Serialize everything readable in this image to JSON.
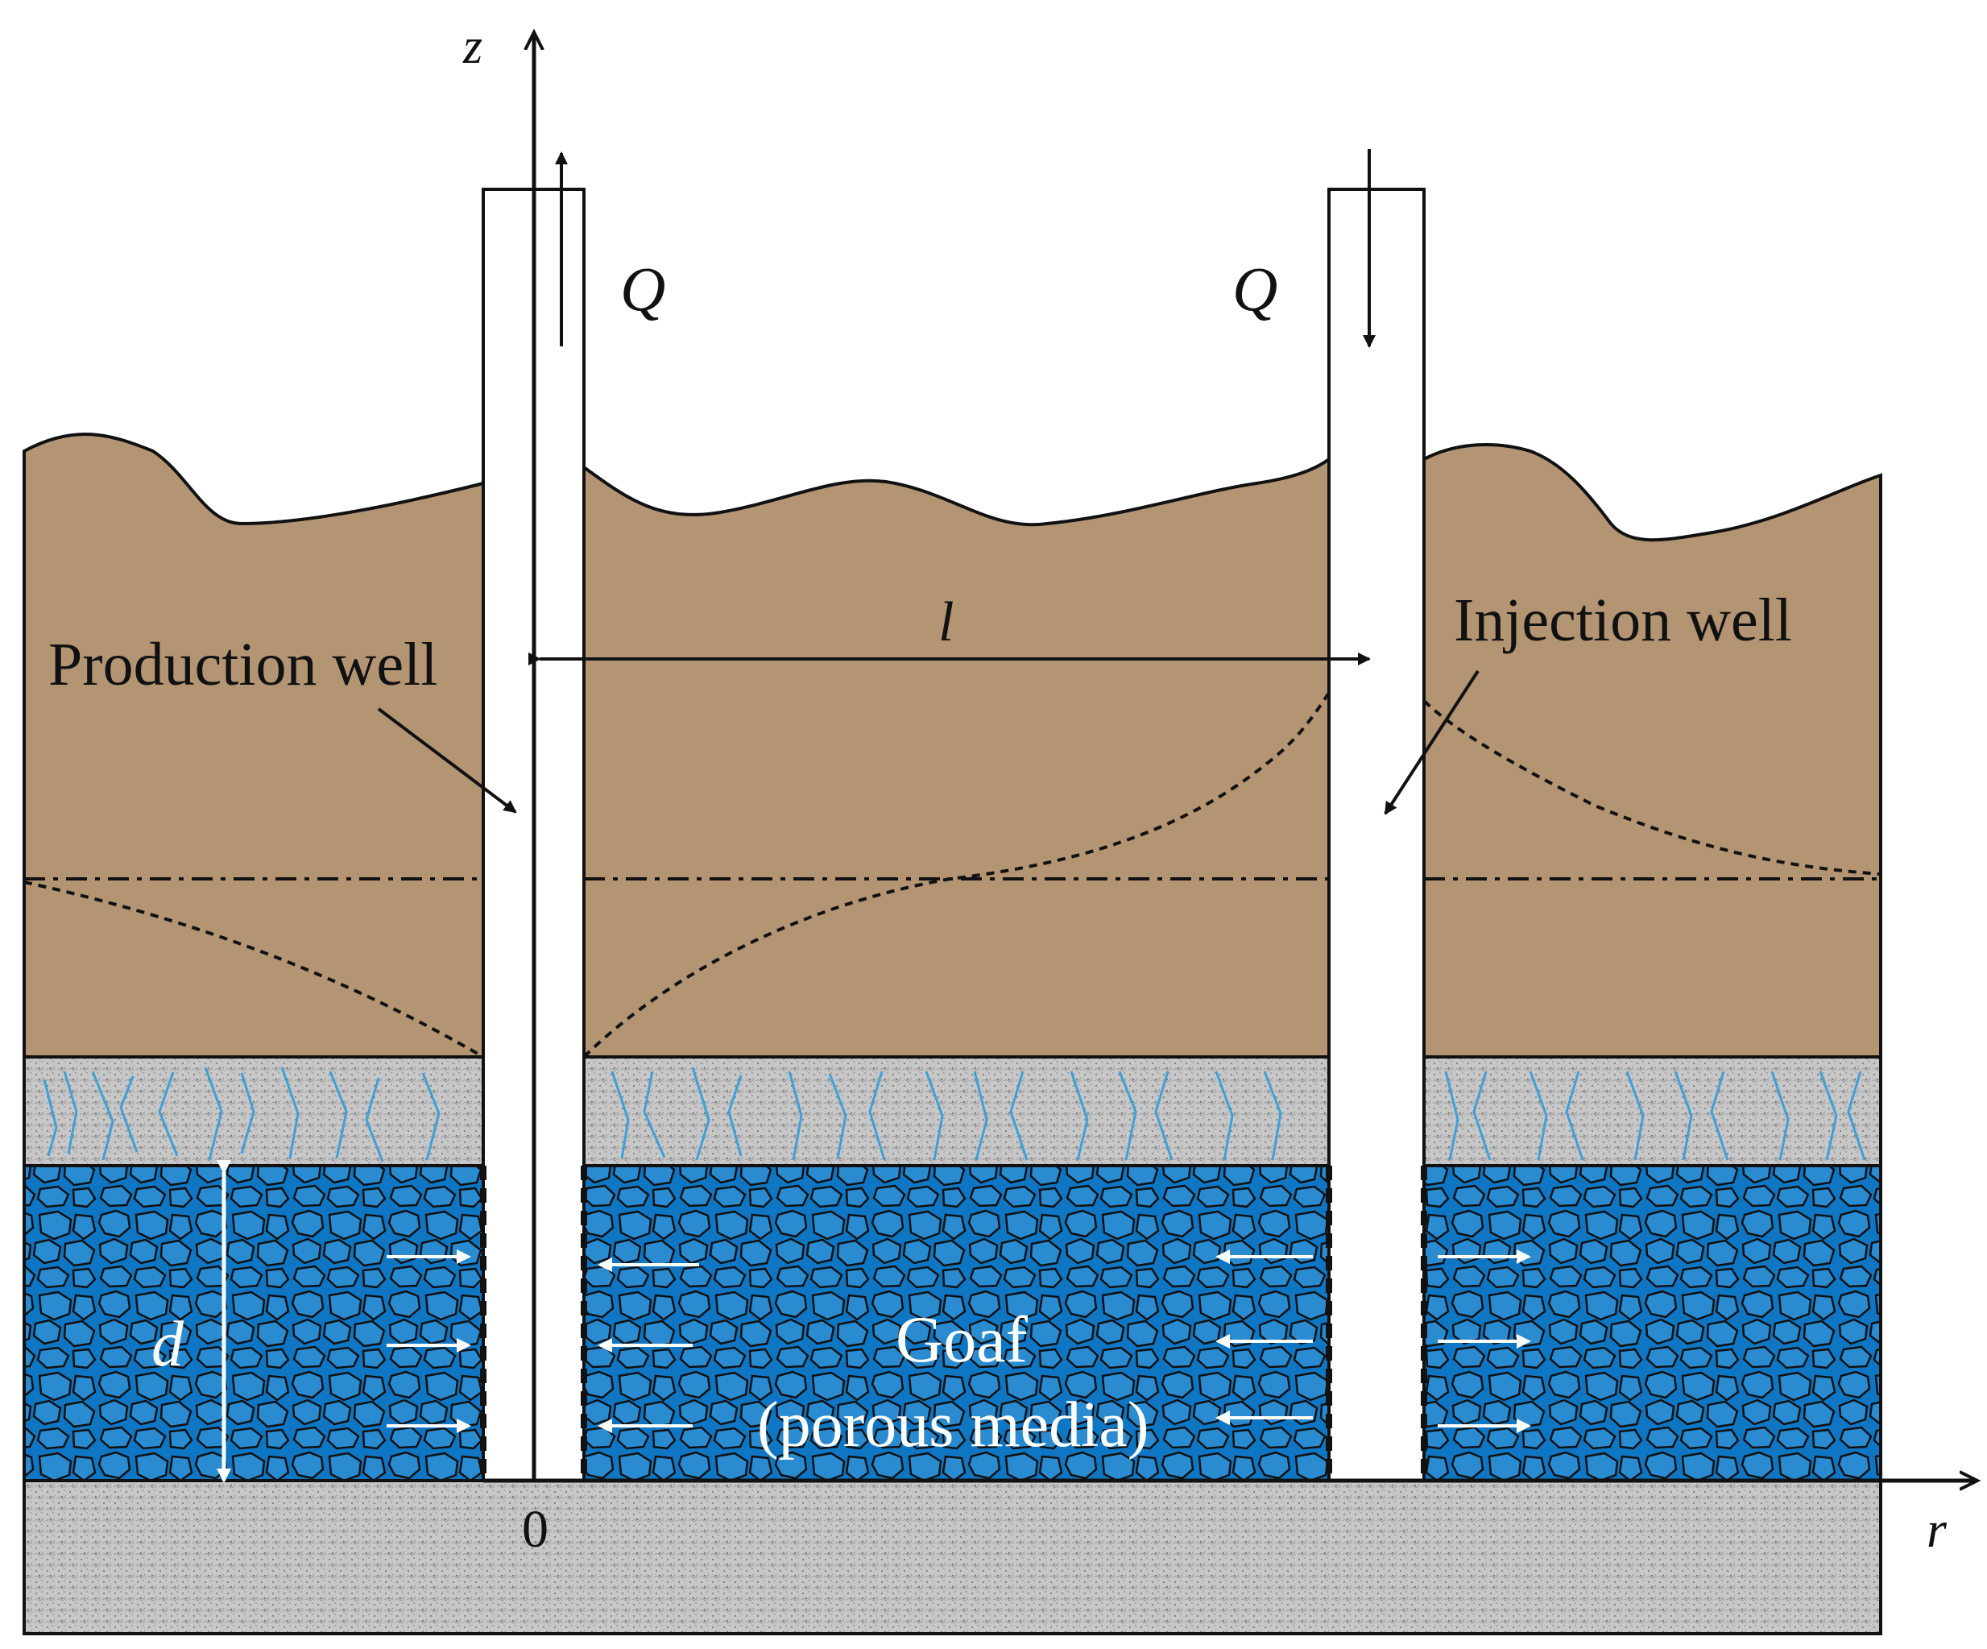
{
  "labels": {
    "z_axis": "z",
    "r_axis": "r",
    "origin": "0",
    "flow_left": "Q",
    "flow_right": "Q",
    "spacing": "l",
    "production_well": "Production well",
    "injection_well": "Injection well",
    "thickness": "d",
    "goaf_title": "Goaf",
    "goaf_subtitle": "(porous media)"
  },
  "colors": {
    "soil": "#b39574",
    "porous_blue": "#1079c7",
    "blue_stones": "#2f8ed3",
    "gray_rock": "#bfbfbf",
    "fracture_blue": "#3f9fd8",
    "outline": "#111111"
  }
}
